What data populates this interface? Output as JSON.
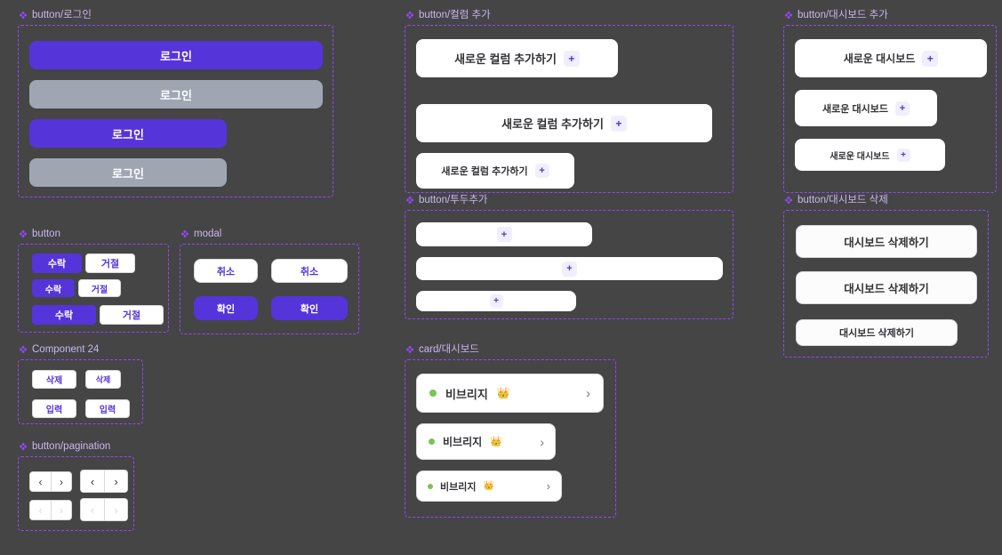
{
  "theme": {
    "page_bg": "#454545",
    "frame_border": "#9747FF",
    "label_color": "#C9B6F2",
    "primary": "#5534DA",
    "muted": "#9FA6B2",
    "white": "#FFFFFF",
    "text_dark": "#333236",
    "badge_bg": "#F1EFFD",
    "dot_green": "#7AC555",
    "border_gray": "#D9D9D9"
  },
  "sections": {
    "login": {
      "label": "button/로그인",
      "icon": "component-diamond-icon",
      "buttons": [
        {
          "label": "로그인",
          "variant": "primary"
        },
        {
          "label": "로그인",
          "variant": "muted"
        },
        {
          "label": "로그인",
          "variant": "primary"
        },
        {
          "label": "로그인",
          "variant": "muted"
        }
      ]
    },
    "button": {
      "label": "button",
      "icon": "component-diamond-icon",
      "buttons": [
        {
          "label": "수락",
          "variant": "primary"
        },
        {
          "label": "거절",
          "variant": "outline"
        },
        {
          "label": "수락",
          "variant": "primary"
        },
        {
          "label": "거절",
          "variant": "outline"
        },
        {
          "label": "수락",
          "variant": "primary"
        },
        {
          "label": "거절",
          "variant": "outline"
        }
      ]
    },
    "modal": {
      "label": "modal",
      "icon": "component-diamond-icon",
      "buttons": [
        {
          "label": "취소",
          "variant": "outline"
        },
        {
          "label": "취소",
          "variant": "outline"
        },
        {
          "label": "확인",
          "variant": "primary"
        },
        {
          "label": "확인",
          "variant": "primary"
        }
      ]
    },
    "component24": {
      "label": "Component 24",
      "icon": "component-diamond-icon",
      "buttons": [
        {
          "label": "삭제",
          "variant": "outline"
        },
        {
          "label": "삭제",
          "variant": "outline"
        },
        {
          "label": "입력",
          "variant": "outline"
        },
        {
          "label": "입력",
          "variant": "outline"
        }
      ]
    },
    "pagination": {
      "label": "button/pagination",
      "icon": "component-diamond-icon",
      "prev_icon": "chevron-left-icon",
      "next_icon": "chevron-right-icon",
      "prev_glyph": "‹",
      "next_glyph": "›",
      "pagers": [
        {
          "state": "enabled"
        },
        {
          "state": "enabled"
        },
        {
          "state": "disabled"
        },
        {
          "state": "disabled"
        }
      ]
    },
    "column_add": {
      "label": "button/컬럼 추가",
      "icon": "component-diamond-icon",
      "plus_icon": "plus-icon",
      "plus_glyph": "+",
      "buttons": [
        {
          "label": "새로운 컬럼 추가하기"
        },
        {
          "label": "새로운 컬럼 추가하기"
        },
        {
          "label": "새로운 컬럼 추가하기"
        }
      ]
    },
    "todo_add": {
      "label": "button/투두추가",
      "icon": "component-diamond-icon",
      "plus_icon": "plus-icon",
      "plus_glyph": "+",
      "buttons": [
        {
          "label": ""
        },
        {
          "label": ""
        },
        {
          "label": ""
        }
      ]
    },
    "card_dashboard": {
      "label": "card/대시보드",
      "icon": "component-diamond-icon",
      "dot_icon": "status-dot-icon",
      "crown_icon": "crown-icon",
      "crown_glyph": "👑",
      "chevron_icon": "chevron-right-icon",
      "chevron_glyph": "›",
      "cards": [
        {
          "title": "비브리지"
        },
        {
          "title": "비브리지"
        },
        {
          "title": "비브리지"
        }
      ]
    },
    "dashboard_add": {
      "label": "button/대시보드 추가",
      "icon": "component-diamond-icon",
      "plus_icon": "plus-icon",
      "plus_glyph": "+",
      "buttons": [
        {
          "label": "새로운 대시보드"
        },
        {
          "label": "새로운 대시보드"
        },
        {
          "label": "새로운 대시보드"
        }
      ]
    },
    "dashboard_delete": {
      "label": "button/대시보드 삭제",
      "icon": "component-diamond-icon",
      "buttons": [
        {
          "label": "대시보드 삭제하기"
        },
        {
          "label": "대시보드 삭제하기"
        },
        {
          "label": "대시보드 삭제하기"
        }
      ]
    }
  }
}
